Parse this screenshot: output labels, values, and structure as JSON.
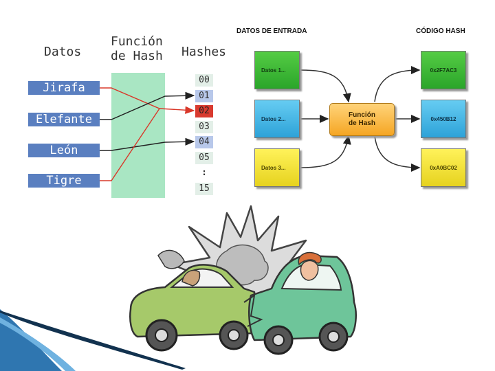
{
  "hash_table": {
    "headers": {
      "datos": "Datos",
      "funcion_line1": "Función",
      "funcion_line2": "de Hash",
      "hashes": "Hashes"
    },
    "keys": [
      "Jirafa",
      "Elefante",
      "León",
      "Tigre"
    ],
    "slots": [
      "00",
      "01",
      "02",
      "03",
      "04",
      "05",
      ":",
      "15"
    ],
    "colors": {
      "key": "#5a7fc0",
      "band": "#a9e6c3",
      "collision_slot": "#d93a2f",
      "used_slot": "#b8c8ea",
      "red_line": "#d9382a",
      "black_line": "#222222"
    }
  },
  "flow": {
    "input_title": "DATOS DE ENTRADA",
    "output_title": "CÓDIGO HASH",
    "inputs": [
      "Datos 1...",
      "Datos 2...",
      "Datos 3..."
    ],
    "function_line1": "Función",
    "function_line2": "de Hash",
    "outputs": [
      "0x2F7AC3",
      "0x450B12",
      "0xA0BC02"
    ],
    "colors": {
      "row1": "#3cb93a",
      "row2": "#40b4e5",
      "row3": "#f3e53a",
      "function": "#f7b23a"
    }
  },
  "illustration": {
    "description_label": "car-crash-cartoon",
    "colors": {
      "car_left": "#a6c96a",
      "car_right": "#6ec59a",
      "cloud": "#d8d8d8"
    }
  },
  "slide_decor": {
    "accent_color": "#1b4f7a"
  }
}
